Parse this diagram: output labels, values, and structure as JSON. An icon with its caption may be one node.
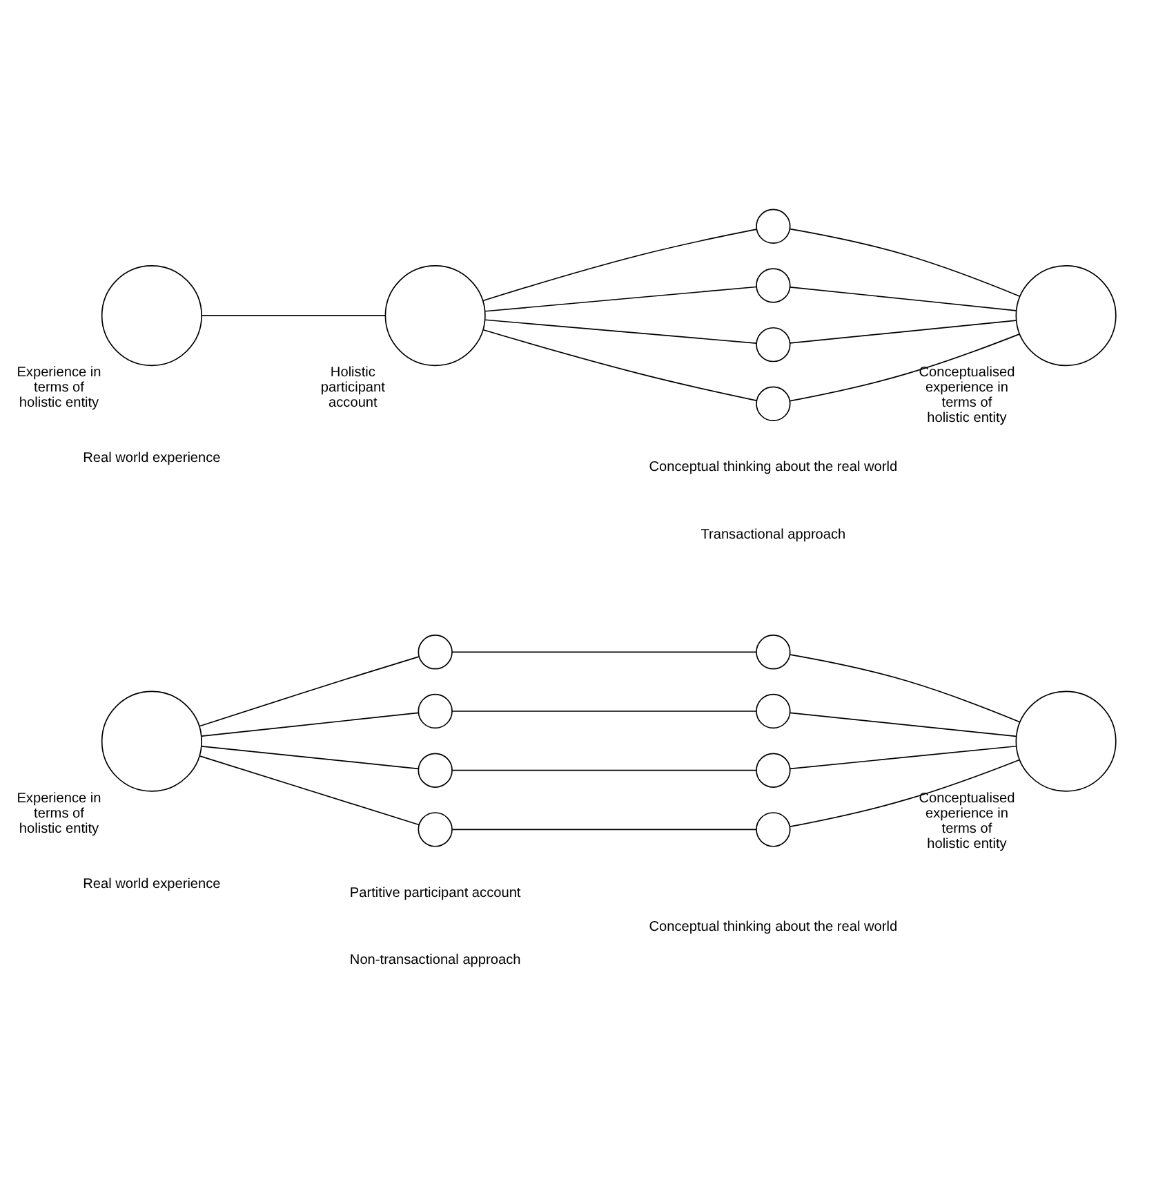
{
  "diagram": {
    "nodes": [
      {
        "text": [],
        "shape": "circle",
        "beside": [
          "Experience in terms of holistic entity"
        ]
      },
      {
        "text": [],
        "shape": "circle"
      },
      {
        "text": [],
        "shape": "circle"
      },
      {
        "text": [],
        "shape": "circle"
      },
      {
        "text": [],
        "shape": "circle"
      },
      {
        "text": [],
        "shape": "circle"
      },
      {
        "text": [],
        "shape": "circle"
      },
      {
        "text": [],
        "shape": "circle"
      },
      {
        "text": [],
        "shape": "circle"
      },
      {
        "text": [],
        "shape": "circle",
        "beside": [
          "Conceptualised experience in terms of holistic entity"
        ]
      },
      {
        "text": [],
        "shape": "circle",
        "beside": [
          "Experience in terms of holistic entity"
        ]
      },
      {
        "text": [],
        "shape": "circle",
        "beside": [
          "Holistic participant account"
        ]
      },
      {
        "text": [],
        "shape": "circle"
      },
      {
        "text": [],
        "shape": "circle"
      },
      {
        "text": [],
        "shape": "circle"
      },
      {
        "text": [],
        "shape": "circle"
      },
      {
        "text": [],
        "shape": "circle",
        "beside": [
          "Conceptualised experience in terms of holistic entity"
        ]
      }
    ],
    "edges": [
      {
        "from": 0,
        "to": 1,
        "arrow": "none"
      },
      {
        "from": 0,
        "to": 2,
        "arrow": "none"
      },
      {
        "from": 0,
        "to": 3,
        "arrow": "none"
      },
      {
        "from": 0,
        "to": 4,
        "arrow": "none"
      },
      {
        "from": 1,
        "to": 5,
        "arrow": "none"
      },
      {
        "from": 2,
        "to": 6,
        "arrow": "none"
      },
      {
        "from": 3,
        "to": 7,
        "arrow": "none"
      },
      {
        "from": 4,
        "to": 8,
        "arrow": "none"
      },
      {
        "from": 5,
        "to": 9,
        "arrow": "none"
      },
      {
        "from": 6,
        "to": 9,
        "arrow": "none"
      },
      {
        "from": 7,
        "to": 9,
        "arrow": "none"
      },
      {
        "from": 8,
        "to": 9,
        "arrow": "none"
      },
      {
        "from": 10,
        "to": 11,
        "arrow": "none"
      },
      {
        "from": 11,
        "to": 12,
        "arrow": "none"
      },
      {
        "from": 11,
        "to": 13,
        "arrow": "none"
      },
      {
        "from": 11,
        "to": 14,
        "arrow": "none"
      },
      {
        "from": 11,
        "to": 15,
        "arrow": "none"
      },
      {
        "from": 12,
        "to": 16,
        "arrow": "none"
      },
      {
        "from": 13,
        "to": 16,
        "arrow": "none"
      },
      {
        "from": 14,
        "to": 16,
        "arrow": "none"
      },
      {
        "from": 15,
        "to": 16,
        "arrow": "none"
      }
    ],
    "labels": [
      "Partitive participant account",
      "Real world experience",
      "Conceptual thinking about the real world",
      "Non-transactional approach",
      "Real world experience",
      "Conceptual thinking about the real world",
      "Transactional approach"
    ]
  }
}
